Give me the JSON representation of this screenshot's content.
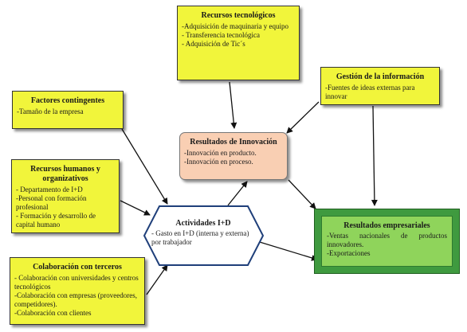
{
  "recursos_tecnologicos": {
    "title": "Recursos tecnológicos",
    "items": [
      "-Adquisición de maquinaria y equipo",
      "- Transferencia tecnológica",
      "- Adquisición de Tic´s"
    ]
  },
  "gestion_informacion": {
    "title": "Gestión de la información",
    "items": [
      "-Fuentes de ideas externas para innovar"
    ]
  },
  "factores_contingentes": {
    "title": "Factores contingentes",
    "items": [
      "-Tamaño de la empresa"
    ]
  },
  "resultados_innovacion": {
    "title": "Resultados de Innovación",
    "items": [
      "-Innovación en producto.",
      "-Innovación en proceso."
    ]
  },
  "recursos_humanos": {
    "title": "Recursos humanos y organizativos",
    "items": [
      "- Departamento de I+D",
      "-Personal con formación profesional",
      "- Formación y desarrollo de capital humano"
    ]
  },
  "actividades": {
    "title": "Actividades I+D",
    "items": [
      "- Gasto en I+D (interna y externa) por trabajador"
    ]
  },
  "resultados_empresariales": {
    "title": "Resultados empresariales",
    "items": [
      "-Ventas nacionales de productos innovadores.",
      "-Exportaciones"
    ]
  },
  "colaboracion": {
    "title": "Colaboración con terceros",
    "items": [
      "- Colaboración con universidades y centros tecnológicos",
      "-Colaboración con empresas (proveedores, competidores).",
      "-Colaboración con clientes"
    ]
  },
  "colors": {
    "yellow": "#f1f53b",
    "salmon": "#f9cfb3",
    "green_dark": "#3f9a3f",
    "green_light": "#8fd45b"
  }
}
